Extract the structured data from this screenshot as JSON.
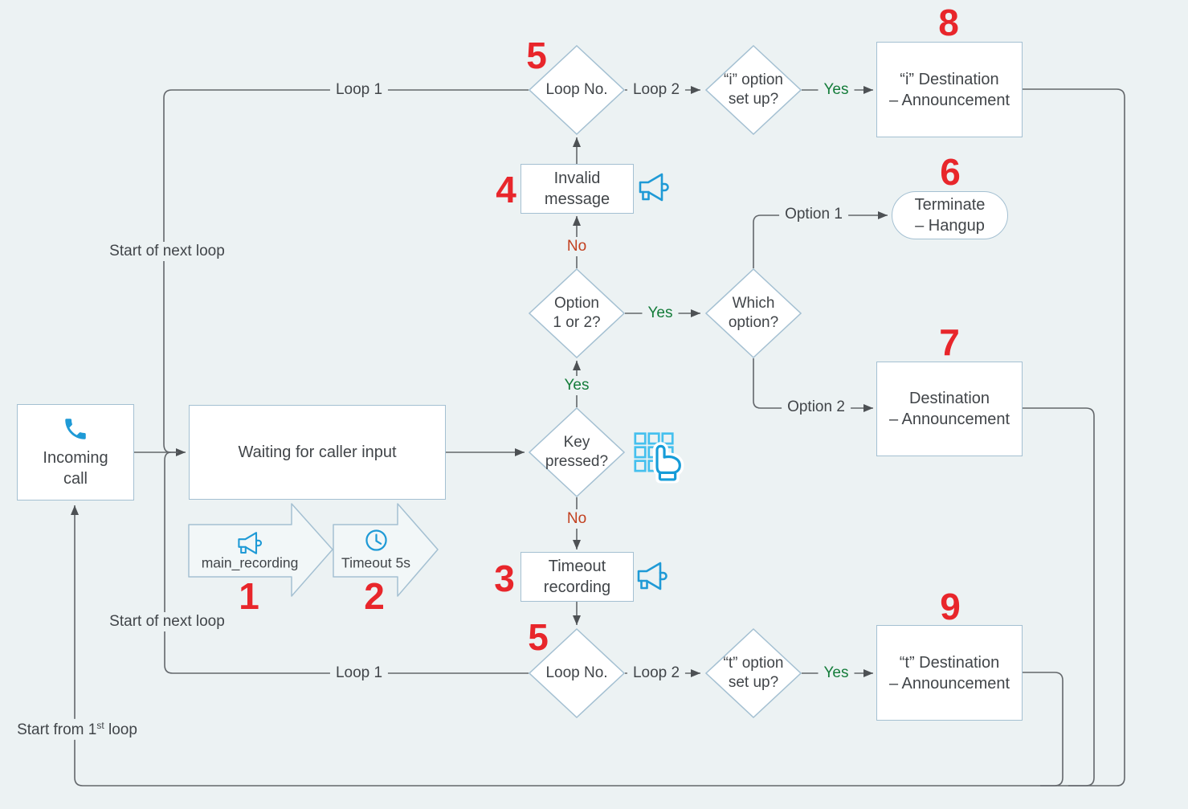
{
  "palette": {
    "background": "#ecf2f3",
    "node_fill": "#ffffff",
    "node_border": "#a4c0d2",
    "line": "#63676b",
    "arrowhead": "#4d5154",
    "text": "#414549",
    "accent_blue": "#1f9ad6",
    "keypad_blue": "#45c0ee",
    "number_red": "#e8262b",
    "yes_green": "#147c3a",
    "no_orange": "#c2401f"
  },
  "nodes": {
    "incoming_call": {
      "label": "Incoming\ncall",
      "icon": "phone-icon"
    },
    "waiting": {
      "label": "Waiting for caller input"
    },
    "main_recording": {
      "label": "main_recording",
      "number": "1",
      "icon": "megaphone-icon"
    },
    "timeout_5s": {
      "label": "Timeout 5s",
      "number": "2",
      "icon": "clock-icon"
    },
    "timeout_recording": {
      "label": "Timeout\nrecording",
      "number": "3",
      "icon": "megaphone-icon"
    },
    "invalid_message": {
      "label": "Invalid\nmessage",
      "number": "4",
      "icon": "megaphone-icon"
    },
    "loop_no_top": {
      "label": "Loop No.",
      "number": "5"
    },
    "loop_no_bottom": {
      "label": "Loop No.",
      "number": "5"
    },
    "key_pressed": {
      "label": "Key\npressed?",
      "icon": "keypad-tap-icon"
    },
    "option_1_or_2": {
      "label": "Option\n1 or 2?"
    },
    "which_option": {
      "label": "Which\noption?"
    },
    "i_option_set_up": {
      "label": "“i” option\nset up?"
    },
    "t_option_set_up": {
      "label": "“t” option\nset up?"
    },
    "terminate_hangup": {
      "label": "Terminate\n– Hangup",
      "number": "6"
    },
    "destination_announcement": {
      "label": "Destination\n– Announcement",
      "number": "7"
    },
    "i_destination_announcement": {
      "label": "“i” Destination\n– Announcement",
      "number": "8"
    },
    "t_destination_announcement": {
      "label": "“t” Destination\n– Announcement",
      "number": "9"
    }
  },
  "labels": {
    "loop1_top": "Loop 1",
    "loop2_top": "Loop 2",
    "yes_i": "Yes",
    "start_next_loop_top": "Start of next loop",
    "no_to_invalid": "No",
    "yes_to_which": "Yes",
    "option1": "Option 1",
    "option2": "Option 2",
    "yes_to_option": "Yes",
    "no_to_timeout": "No",
    "start_next_loop_bottom": "Start of next loop",
    "loop1_bottom": "Loop 1",
    "loop2_bottom": "Loop 2",
    "yes_t": "Yes",
    "start_from_first": {
      "prefix": "Start from 1",
      "sup": "st",
      "suffix": " loop"
    }
  }
}
